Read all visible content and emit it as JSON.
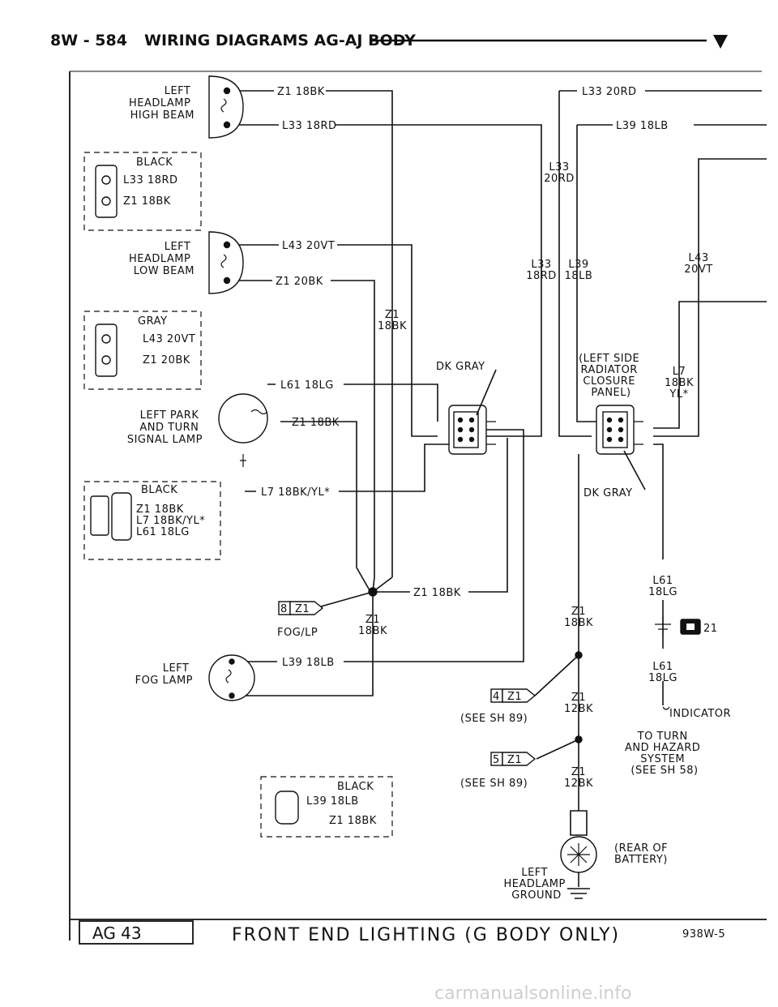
{
  "header": {
    "page_code": "8W - 584",
    "title": "WIRING DIAGRAMS AG-AJ BODY"
  },
  "footer": {
    "vehicle_code": "AG 43",
    "caption": "FRONT END LIGHTING (G BODY ONLY)",
    "figure_id": "938W-5"
  },
  "components": {
    "hl_high": [
      "LEFT",
      "HEADLAMP",
      "HIGH BEAM"
    ],
    "hl_low": [
      "LEFT",
      "HEADLAMP",
      "LOW BEAM"
    ],
    "park_lamp": [
      "LEFT PARK",
      "AND TURN",
      "SIGNAL LAMP"
    ],
    "fog_lamp": [
      "LEFT",
      "FOG LAMP"
    ],
    "radiator_panel": [
      "(LEFT SIDE",
      "RADIATOR",
      "CLOSURE",
      "PANEL)"
    ],
    "ground": [
      "LEFT",
      "HEADLAMP",
      "GROUND"
    ],
    "ground_note": [
      "(REAR OF",
      "BATTERY)"
    ],
    "indicator": "INDICATOR",
    "turn_hazard": [
      "TO TURN",
      "AND HAZARD",
      "SYSTEM",
      "(SEE SH 58)"
    ]
  },
  "connectors": {
    "hl_high": {
      "color": "BLACK",
      "pins": [
        "L33 18RD",
        "Z1 18BK"
      ]
    },
    "hl_low": {
      "color": "GRAY",
      "pins": [
        "L43 20VT",
        "Z1 20BK"
      ]
    },
    "park": {
      "color": "BLACK",
      "pins": [
        "Z1 18BK",
        "L7 18BK/YL*",
        "L61 18LG"
      ]
    },
    "fog": {
      "color": "BLACK",
      "pins": [
        "L39 18LB",
        "Z1 18BK"
      ]
    },
    "dk_gray_1": "DK GRAY",
    "dk_gray_2": "DK GRAY"
  },
  "wires": {
    "z1_18bk_top": "Z1 18BK",
    "l33_18rd_top": "L33 18RD",
    "l33_20rd": "L33 20RD",
    "l39_18lb_top": "L39 18LB",
    "l43_20vt_low": "L43 20VT",
    "z1_20bk_low": "Z1 20BK",
    "l61_18lg": "L61 18LG",
    "z1_18bk_park": "Z1 18BK",
    "l7_18bkyl": "L7 18BK/YL*",
    "z1_18bk_splice": "Z1 18BK",
    "l39_18lb_fog": "L39 18LB",
    "v_l33_20rd": [
      "L33",
      "20RD"
    ],
    "v_l33_18rd": [
      "L33",
      "18RD"
    ],
    "v_l39_18lb": [
      "L39",
      "18LB"
    ],
    "v_l43_20vt": [
      "L43",
      "20VT"
    ],
    "v_z1_18bk": [
      "Z1",
      "18BK"
    ],
    "v_l7": [
      "L7",
      "18BK",
      "YL*"
    ],
    "v_l61_a": [
      "L61",
      "18LG"
    ],
    "v_l61_b": [
      "L61",
      "18LG"
    ],
    "v_z1_18bk_b": [
      "Z1",
      "18BK"
    ],
    "v_z1_18bk_c": [
      "Z1",
      "18BK"
    ],
    "v_z1_12bk_a": [
      "Z1",
      "12BK"
    ],
    "v_z1_12bk_b": [
      "Z1",
      "12BK"
    ]
  },
  "splices": {
    "s8": {
      "num": "8",
      "name": "Z1",
      "label": "FOG/LP"
    },
    "s4": {
      "num": "4",
      "name": "Z1",
      "label": "(SEE SH 89)"
    },
    "s5": {
      "num": "5",
      "name": "Z1",
      "label": "(SEE SH 89)"
    }
  },
  "indicator_ref": "21",
  "watermark": "carmanualsonline.info"
}
